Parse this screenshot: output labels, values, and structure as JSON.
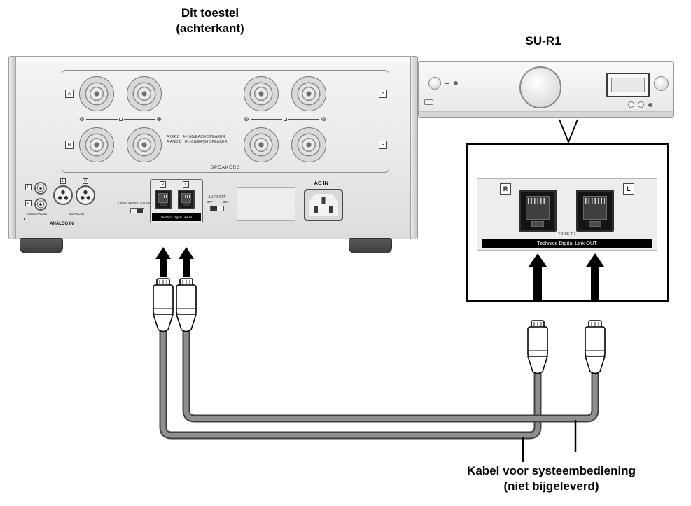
{
  "labels": {
    "device_title_line1": "Dit toestel",
    "device_title_line2": "(achterkant)",
    "sur1_title": "SU-R1",
    "cable_label_line1": "Kabel voor systeembediening",
    "cable_label_line2": "(niet bijgeleverd)"
  },
  "device_rear": {
    "speakers_section": {
      "info_line1": "A OR B : 4–16Ω/EACH SPEAKER",
      "info_line2": "A AND B : 8–16Ω/EACH SPEAKER",
      "section_label": "SPEAKERS",
      "row_labels": {
        "left_top": "A",
        "left_bottom": "B",
        "right_top": "A",
        "right_bottom": "B"
      },
      "polarity": {
        "minus": "⊖",
        "plus": "⊕"
      }
    },
    "analog_in": {
      "rca_top_label": "L",
      "rca_bottom_label": "R",
      "xlr_left_label": "L",
      "xlr_right_label": "R",
      "unbalanced_label": "UNBALANCED",
      "balanced_label": "BALANCED",
      "section_label": "ANALOG IN"
    },
    "input_select_switch": {
      "left": "UNBALANCED",
      "right": "BALANCED"
    },
    "digital_link_in": {
      "port_left_label": "R",
      "port_right_label": "L",
      "strip_label": "Technics Digital Link IN"
    },
    "auto_off_switch": {
      "title": "AUTO OFF",
      "off": "OFF",
      "on": "ON"
    },
    "ac_inlet_label": "AC IN ~"
  },
  "callout": {
    "port_left_label": "R",
    "port_right_label": "L",
    "to_label": "TO SE-R1",
    "strip_label": "Technics Digital Link OUT"
  },
  "colors": {
    "cable_outline": "#3f3f3f",
    "cable_fill": "#8f8f8f",
    "arrow": "#000000",
    "panel_gray": "#ededed"
  }
}
